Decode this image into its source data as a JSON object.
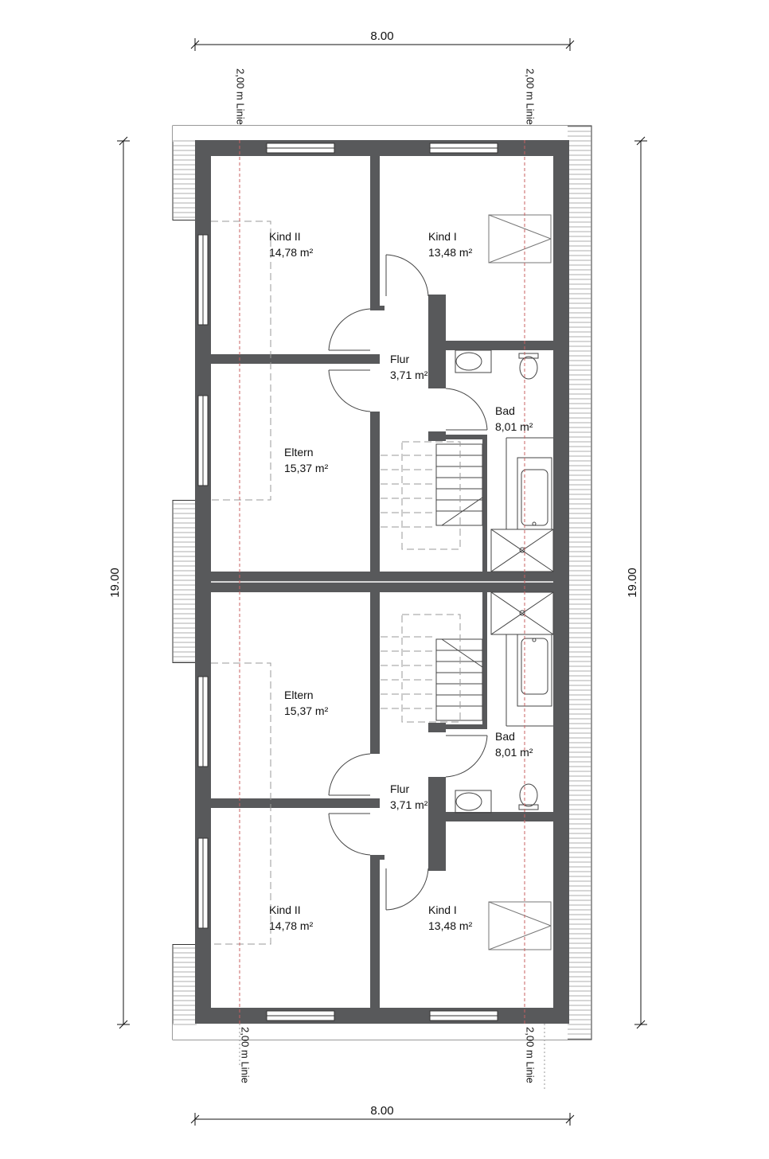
{
  "dimensions": {
    "top": "8.00",
    "bottom": "8.00",
    "left": "19.00",
    "right": "19.00"
  },
  "line_label": "2,00 m Linie",
  "upper_unit": {
    "kind2": {
      "name": "Kind II",
      "area": "14,78 m²"
    },
    "kind1": {
      "name": "Kind I",
      "area": "13,48 m²"
    },
    "flur": {
      "name": "Flur",
      "area": "3,71 m²"
    },
    "bad": {
      "name": "Bad",
      "area": "8,01 m²"
    },
    "eltern": {
      "name": "Eltern",
      "area": "15,37 m²"
    }
  },
  "lower_unit": {
    "eltern": {
      "name": "Eltern",
      "area": "15,37 m²"
    },
    "bad": {
      "name": "Bad",
      "area": "8,01 m²"
    },
    "flur": {
      "name": "Flur",
      "area": "3,71 m²"
    },
    "kind2": {
      "name": "Kind II",
      "area": "14,78 m²"
    },
    "kind1": {
      "name": "Kind I",
      "area": "13,48 m²"
    }
  },
  "colors": {
    "wall": "#58595b",
    "line_marker": "#c96060"
  }
}
